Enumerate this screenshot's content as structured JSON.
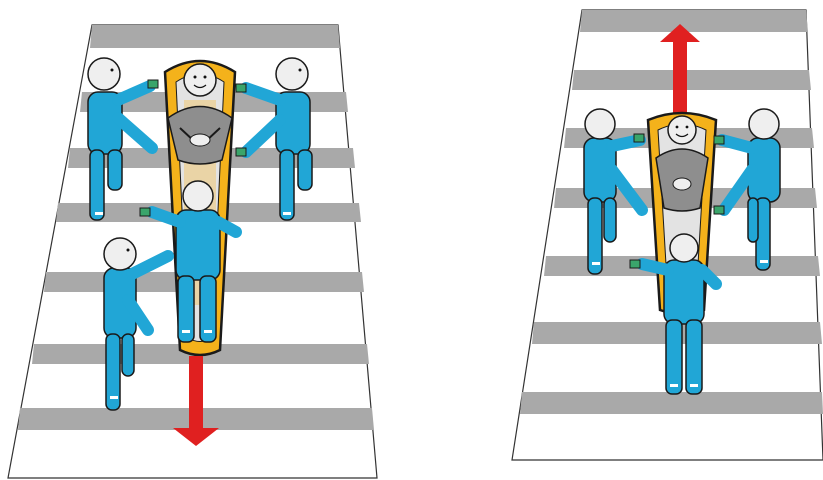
{
  "figure": {
    "panels": [
      {
        "id": "left",
        "stair_direction": "down",
        "rescuers": 4,
        "arrow": "down"
      },
      {
        "id": "right",
        "stair_direction": "up",
        "rescuers": 3,
        "arrow": "up"
      }
    ]
  },
  "colors": {
    "step_tread": "#a9a9a9",
    "step_riser": "#ffffff",
    "rescuer_blue": "#21a6d6",
    "outline": "#1a1a1a",
    "stretcher_frame": "#f4b21b",
    "stretcher_bed": "#e3e3e3",
    "patient_body": "#8e8e8e",
    "glove_green": "#3aa56b",
    "arrow_red": "#e02020"
  }
}
